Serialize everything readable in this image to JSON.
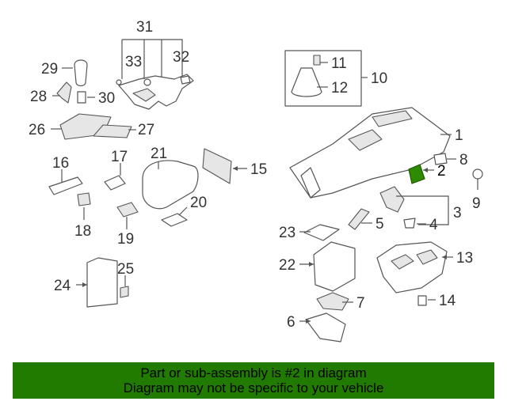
{
  "banner": {
    "line1": "Part or sub-assembly is #2 in diagram",
    "line2": "Diagram may not be specific to your vehicle",
    "color": "#207b00"
  },
  "highlight": {
    "part": "2",
    "color": "#2e8b00"
  },
  "callouts": {
    "c1": "1",
    "c2": "2",
    "c3": "3",
    "c4": "4",
    "c5": "5",
    "c6": "6",
    "c7": "7",
    "c8": "8",
    "c9": "9",
    "c10": "10",
    "c11": "11",
    "c12": "12",
    "c13": "13",
    "c14": "14",
    "c15": "15",
    "c16": "16",
    "c17": "17",
    "c18": "18",
    "c19": "19",
    "c20": "20",
    "c21": "21",
    "c22": "22",
    "c23": "23",
    "c24": "24",
    "c25": "25",
    "c26": "26",
    "c27": "27",
    "c28": "28",
    "c29": "29",
    "c30": "30",
    "c31": "31",
    "c32": "32",
    "c33": "33"
  }
}
